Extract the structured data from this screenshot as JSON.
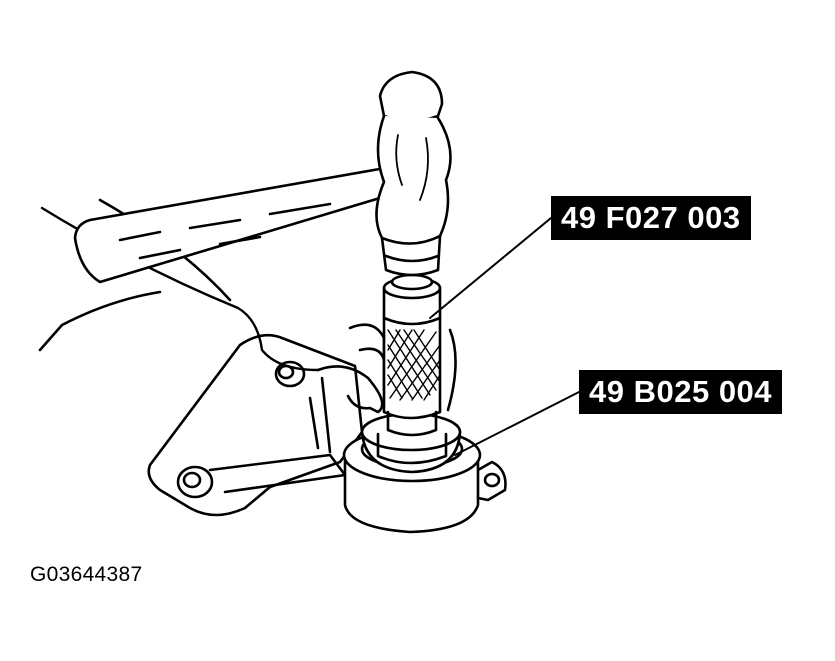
{
  "callouts": {
    "tool_upper": "49 F027 003",
    "tool_lower": "49 B025 004"
  },
  "figure_id": "G03644387",
  "colors": {
    "ink": "#000000",
    "paper": "#ffffff"
  }
}
